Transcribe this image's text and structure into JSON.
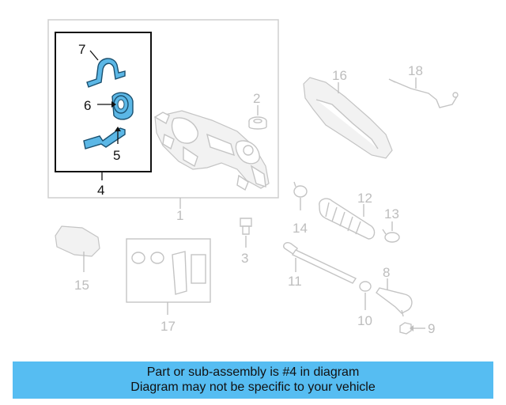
{
  "callouts": {
    "c1": "1",
    "c2": "2",
    "c3": "3",
    "c4": "4",
    "c5": "5",
    "c6": "6",
    "c7": "7",
    "c8": "8",
    "c9": "9",
    "c10": "10",
    "c11": "11",
    "c12": "12",
    "c13": "13",
    "c14": "14",
    "c15": "15",
    "c16": "16",
    "c17": "17",
    "c18": "18"
  },
  "highlight_color": "#5bb7e6",
  "banner": {
    "line1": "Part or sub-assembly is #4 in diagram",
    "line2": "Diagram may not be specific to your vehicle",
    "color": "#56bdf2"
  }
}
